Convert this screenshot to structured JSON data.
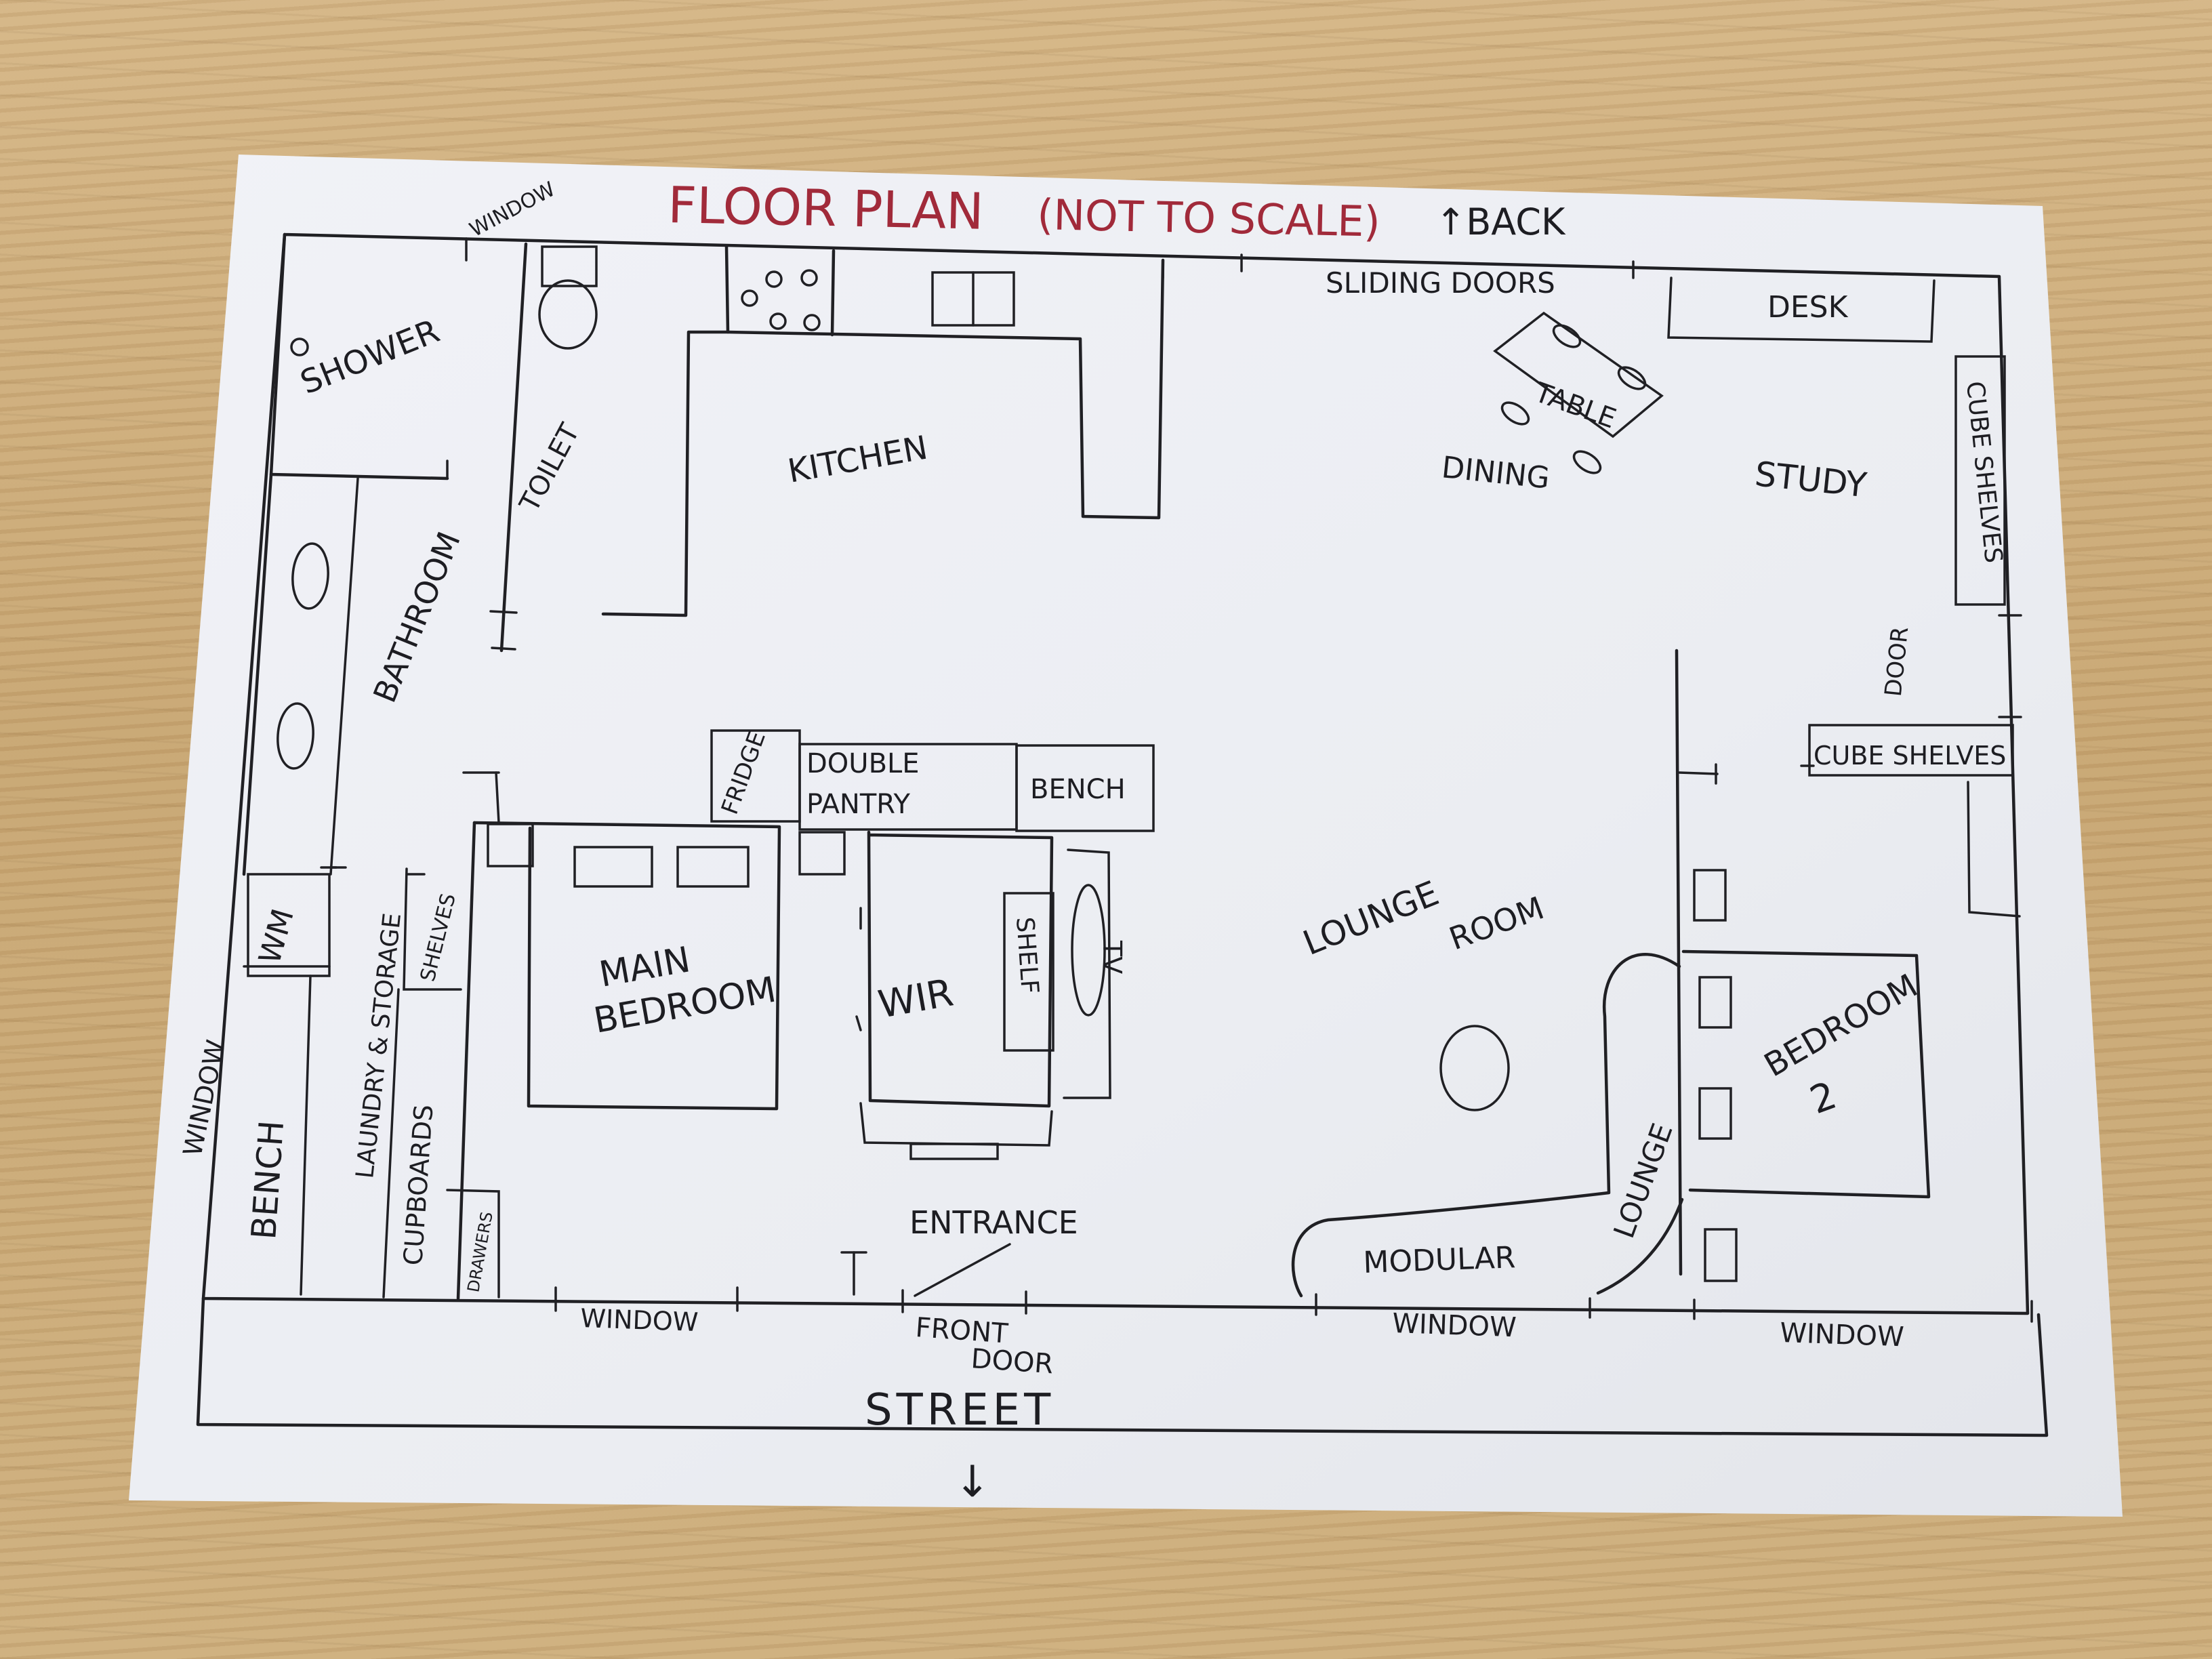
{
  "title": "FLOOR PLAN",
  "subtitle": "(NOT TO SCALE)",
  "back_label": "↑BACK",
  "street_label": "STREET",
  "street_arrow": "↓",
  "rooms": {
    "shower": "SHOWER",
    "toilet": "TOILET",
    "kitchen": "KITCHEN",
    "sliding_doors": "SLIDING DOORS",
    "desk": "DESK",
    "table": "TABLE",
    "dining": "DINING",
    "study": "STUDY",
    "cube_shelves_right": "CUBE SHELVES",
    "door": "DOOR",
    "cube_shelves_mid": "CUBE SHELVES",
    "bathroom": "BATHROOM",
    "fridge": "FRIDGE",
    "double": "DOUBLE",
    "pantry": "PANTRY",
    "bench_kitchen": "BENCH",
    "main": "MAIN",
    "bedroom": "BEDROOM",
    "wir": "WIR",
    "shelf": "SHELF",
    "tv": "TV",
    "lounge": "LOUNGE",
    "room": "ROOM",
    "bedroom2_a": "BEDROOM",
    "bedroom2_b": "2",
    "lounge_sofa": "LOUNGE",
    "modular": "MODULAR",
    "wm": "WM",
    "laundry": "LAUNDRY & STORAGE",
    "shelves": "SHELVES",
    "cupboards": "CUPBOARDS",
    "drawers": "DRAWERS",
    "bench_laundry": "BENCH",
    "window_top": "WINDOW",
    "window_left": "WINDOW",
    "window_bottom_1": "WINDOW",
    "window_bottom_2": "WINDOW",
    "window_bottom_3": "WINDOW",
    "entrance": "ENTRANCE",
    "front": "FRONT",
    "door_front": "DOOR"
  },
  "colors": {
    "title": "#a12a3a",
    "ink": "#202024",
    "paper": "#eeeff4"
  }
}
